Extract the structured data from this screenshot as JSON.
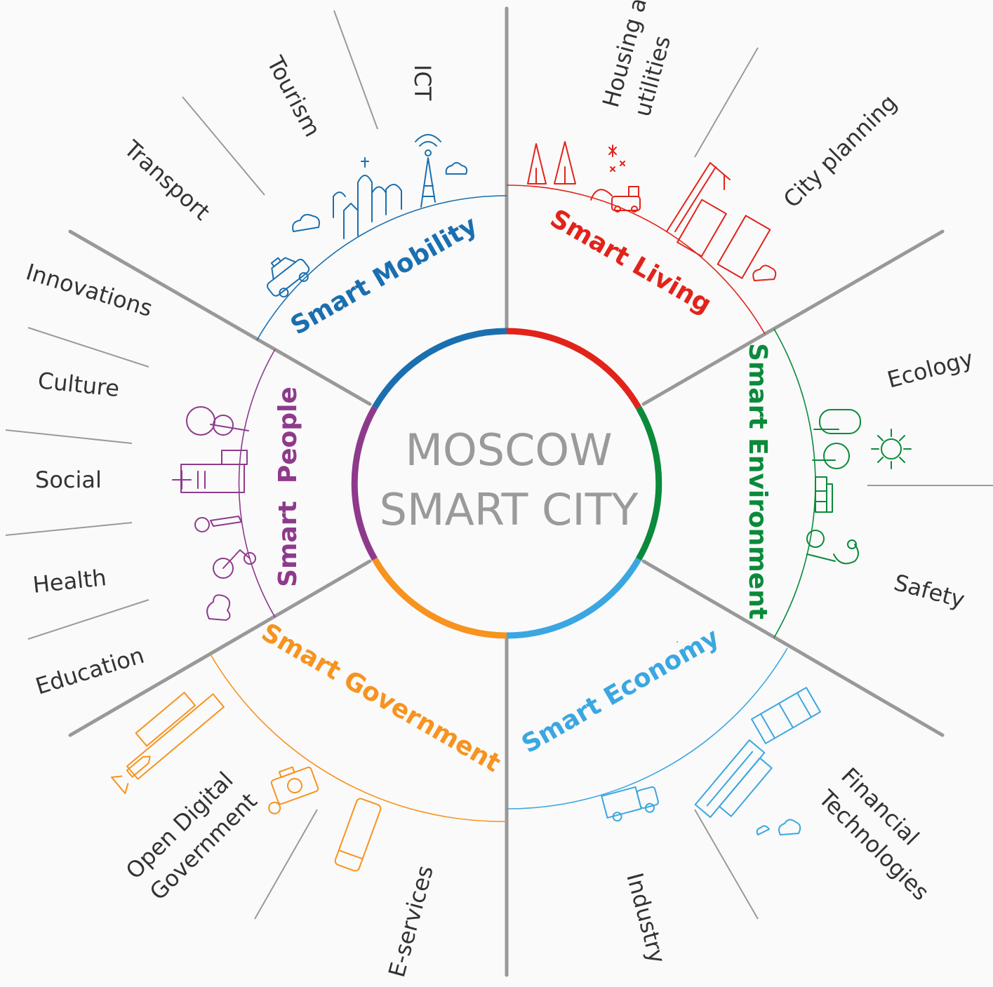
{
  "center": {
    "line1": "MOSCOW",
    "line2": "SMART CITY"
  },
  "colors": {
    "mobility": "#1a6fb0",
    "living": "#e2231a",
    "environment": "#0a8a3a",
    "economy": "#3aa7e1",
    "government": "#f7931e",
    "people": "#8e3a8c",
    "divider": "#999999",
    "thin": "#9a9a9a"
  },
  "sectors": {
    "mobility": "Smart Mobility",
    "living": "Smart Living",
    "environment": "Smart Environment",
    "economy": "Smart Economy",
    "government": "Smart Government",
    "people": "Smart  People"
  },
  "categories": {
    "ict": "ICT",
    "tourism": "Tourism",
    "transport": "Transport",
    "housing_1": "Housing and",
    "housing_2": "utilities",
    "city_planning": "City planning",
    "ecology": "Ecology",
    "safety": "Safety",
    "fintech_1": "Financial",
    "fintech_2": "Technologies",
    "industry": "Industry",
    "eservices": "E-services",
    "odg_1": "Open Digital",
    "odg_2": "Government",
    "innovations": "Innovations",
    "culture": "Culture",
    "social": "Social",
    "health": "Health",
    "education": "Education"
  },
  "icons": {
    "mobility": [
      "taxi-icon",
      "cathedral-icon",
      "radio-tower-icon",
      "cloud-icon"
    ],
    "living": [
      "trees-icon",
      "snowflake-icon",
      "snowplow-icon",
      "crane-icon",
      "buildings-icon",
      "cloud-icon"
    ],
    "environment": [
      "tree-icon",
      "sun-icon",
      "bench-icon",
      "face-icon"
    ],
    "economy": [
      "factory-icon",
      "skyscraper-icon",
      "truck-icon",
      "cloud-icon"
    ],
    "government": [
      "flag-icon",
      "pen-icon",
      "camera-icon",
      "phone-icon"
    ],
    "people": [
      "tree-icon",
      "hospital-icon",
      "cyclist-icon",
      "cloud-icon"
    ]
  }
}
